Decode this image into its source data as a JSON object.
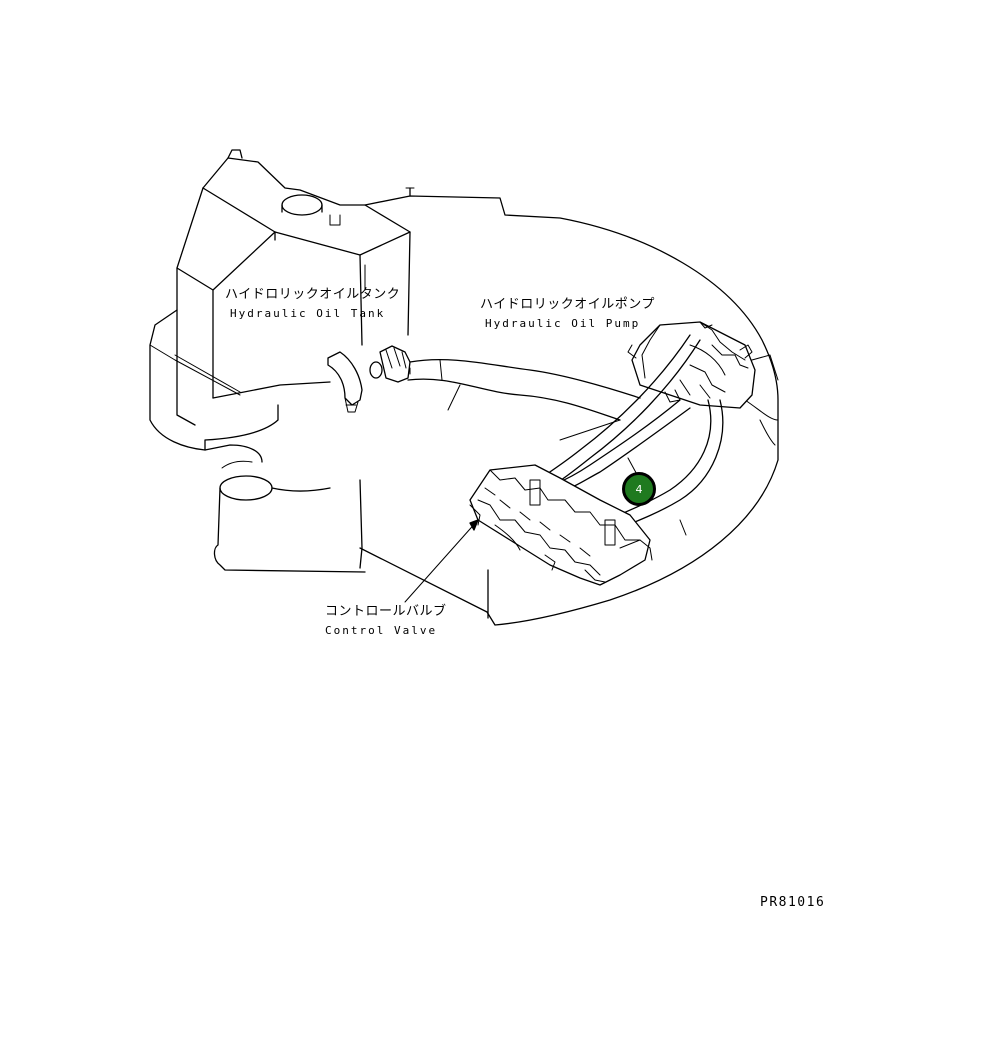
{
  "labels": {
    "tank_jp": "ハイドロリックオイルタンク",
    "tank_en": "Hydraulic Oil Tank",
    "pump_jp": "ハイドロリックオイルポンプ",
    "pump_en": "Hydraulic Oil Pump",
    "valve_jp": "コントロールバルブ",
    "valve_en": "Control Valve"
  },
  "callout": {
    "number": "4",
    "color": "#1f7a1f"
  },
  "drawing_code": "PR81016",
  "colors": {
    "ink": "#000000",
    "background": "#ffffff"
  }
}
